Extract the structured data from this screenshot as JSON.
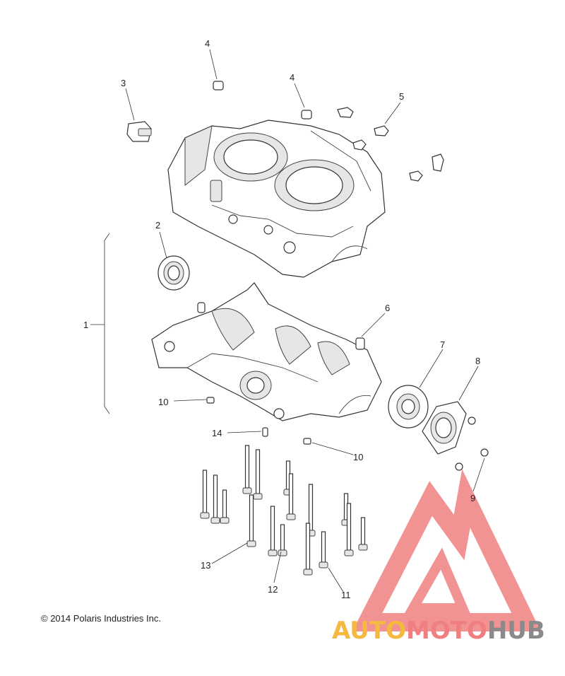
{
  "copyright": "© 2014 Polaris Industries Inc.",
  "brand": {
    "part1": "AUTO",
    "part2": "MOTO",
    "part3": "HUB",
    "color1": "#f5b942",
    "color2": "#f08080",
    "color3": "#8a8a8a",
    "logo_color": "#f08080"
  },
  "callouts": [
    "1",
    "2",
    "3",
    "4",
    "4",
    "5",
    "6",
    "7",
    "8",
    "9",
    "10",
    "10",
    "11",
    "12",
    "13",
    "14"
  ]
}
